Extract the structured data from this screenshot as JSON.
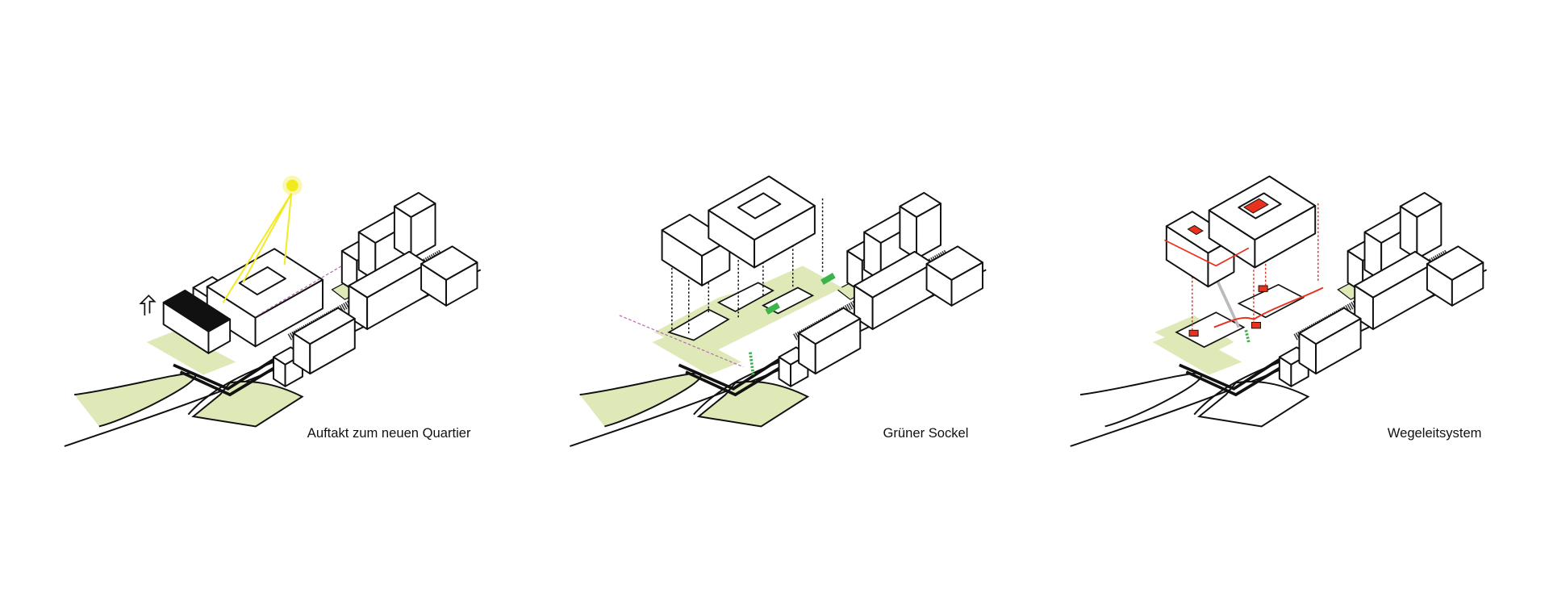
{
  "panels": [
    {
      "caption": "Auftakt zum neuen Quartier"
    },
    {
      "caption": "Grüner Sockel"
    },
    {
      "caption": "Wegeleitsystem"
    }
  ],
  "colors": {
    "green": "#dfe9b8",
    "sun": "#f2ea1c",
    "accent_green": "#3cb44b",
    "route_red": "#e8321e",
    "axis_pink": "#b56fb0",
    "line": "#111111"
  }
}
